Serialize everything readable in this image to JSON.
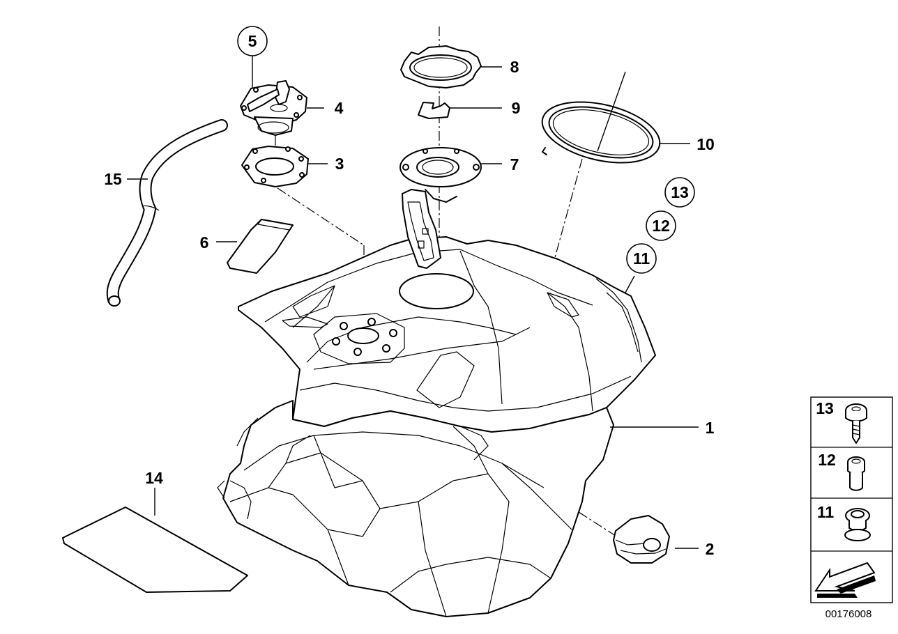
{
  "diagram": {
    "document_number": "00176008",
    "callouts": {
      "c1": "1",
      "c2": "2",
      "c3": "3",
      "c4": "4",
      "c5": "5",
      "c6": "6",
      "c7": "7",
      "c8": "8",
      "c9": "9",
      "c10": "10",
      "c11": "11",
      "c12": "12",
      "c13": "13",
      "c14": "14",
      "c15": "15"
    },
    "legend": {
      "row13": "13",
      "row12": "12",
      "row11": "11"
    }
  }
}
